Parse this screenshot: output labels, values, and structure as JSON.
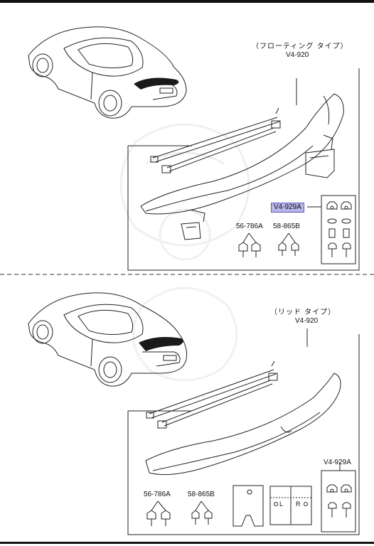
{
  "colors": {
    "highlight_fill": "#b8b6ea",
    "highlight_border": "#5a57b8",
    "line": "#222222"
  },
  "top": {
    "type_label": "（フローティング タイプ）",
    "assembly_code": "V4-920",
    "callouts": {
      "hardware_kit": "V4-929A",
      "clip_a": "56-786A",
      "clip_b": "58-865B"
    }
  },
  "bottom": {
    "type_label": "（リッド タイプ）",
    "assembly_code": "V4-920",
    "callouts": {
      "hardware_kit": "V4-929A",
      "clip_a": "56-786A",
      "clip_b": "58-865B"
    },
    "template_letters": {
      "left": "L",
      "right": "R"
    }
  }
}
